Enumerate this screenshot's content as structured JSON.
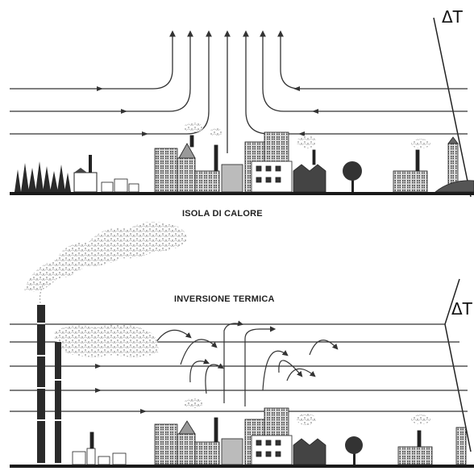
{
  "diagram": {
    "top_panel": {
      "label": "ISOLA DI CALORE",
      "delta_symbol": "ΔT"
    },
    "bottom_panel": {
      "label": "INVERSIONE TERMICA",
      "delta_symbol": "ΔT"
    },
    "colors": {
      "ink": "#222222",
      "flow_line": "#333333",
      "ground": "#1a1a1a",
      "smoke": "#9a9a9a"
    }
  }
}
